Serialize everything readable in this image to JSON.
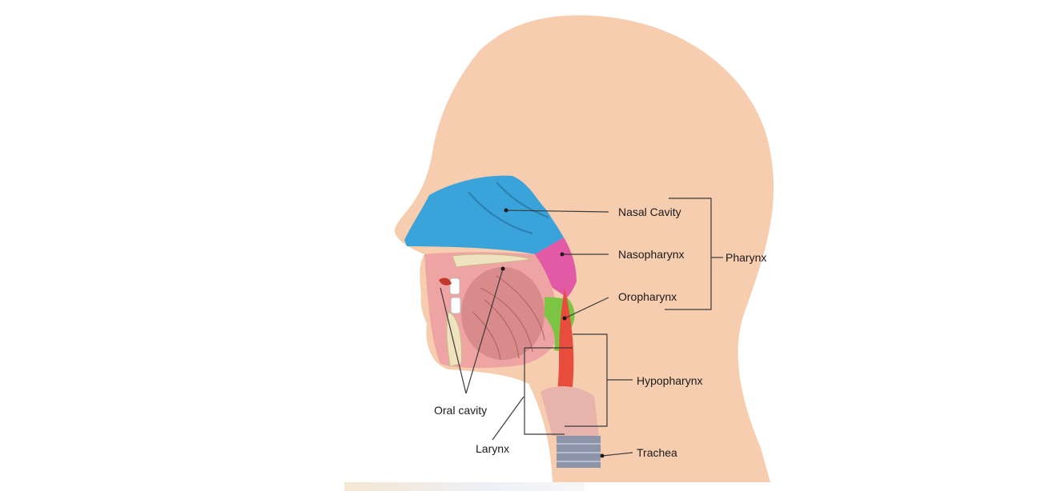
{
  "labels": {
    "nasal_cavity": "Nasal Cavity",
    "nasopharynx": "Nasopharynx",
    "oropharynx": "Oropharynx",
    "pharynx": "Pharynx",
    "hypopharynx": "Hypopharynx",
    "oral_cavity": "Oral cavity",
    "larynx": "Larynx",
    "trachea": "Trachea"
  },
  "colors": {
    "skin": "#f7cdb0",
    "nasal_cavity": "#3aa3d9",
    "nasopharynx": "#e25aa6",
    "oropharynx": "#7cc443",
    "tongue": "#d98a8a",
    "bone": "#efe2bf",
    "trachea": "#8b94a8"
  }
}
